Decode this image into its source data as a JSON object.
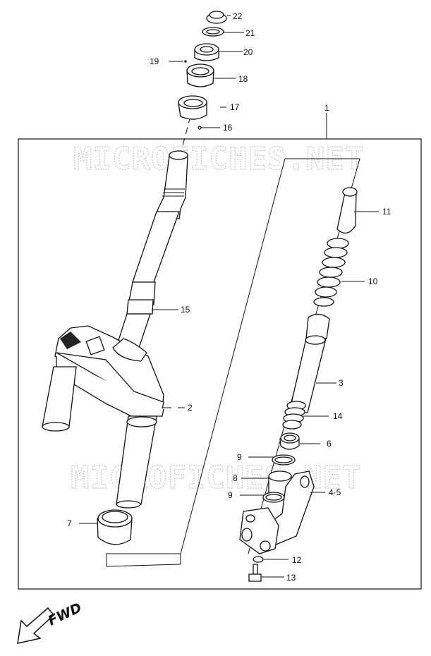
{
  "watermark": "MICROFICHES.NET",
  "direction_label": "FWD",
  "callouts": {
    "c1": "1",
    "c2": "2",
    "c3": "3",
    "c4_5": "4·5",
    "c6": "6",
    "c7": "7",
    "c8": "8",
    "c9a": "9",
    "c9b": "9",
    "c10": "10",
    "c11": "11",
    "c12": "12",
    "c13": "13",
    "c14": "14",
    "c15": "15",
    "c16": "16",
    "c17": "17",
    "c18": "18",
    "c19": "19",
    "c20": "20",
    "c21": "21",
    "c22": "22"
  },
  "icons": {
    "direction_arrow": "arrow-down-left-icon"
  }
}
